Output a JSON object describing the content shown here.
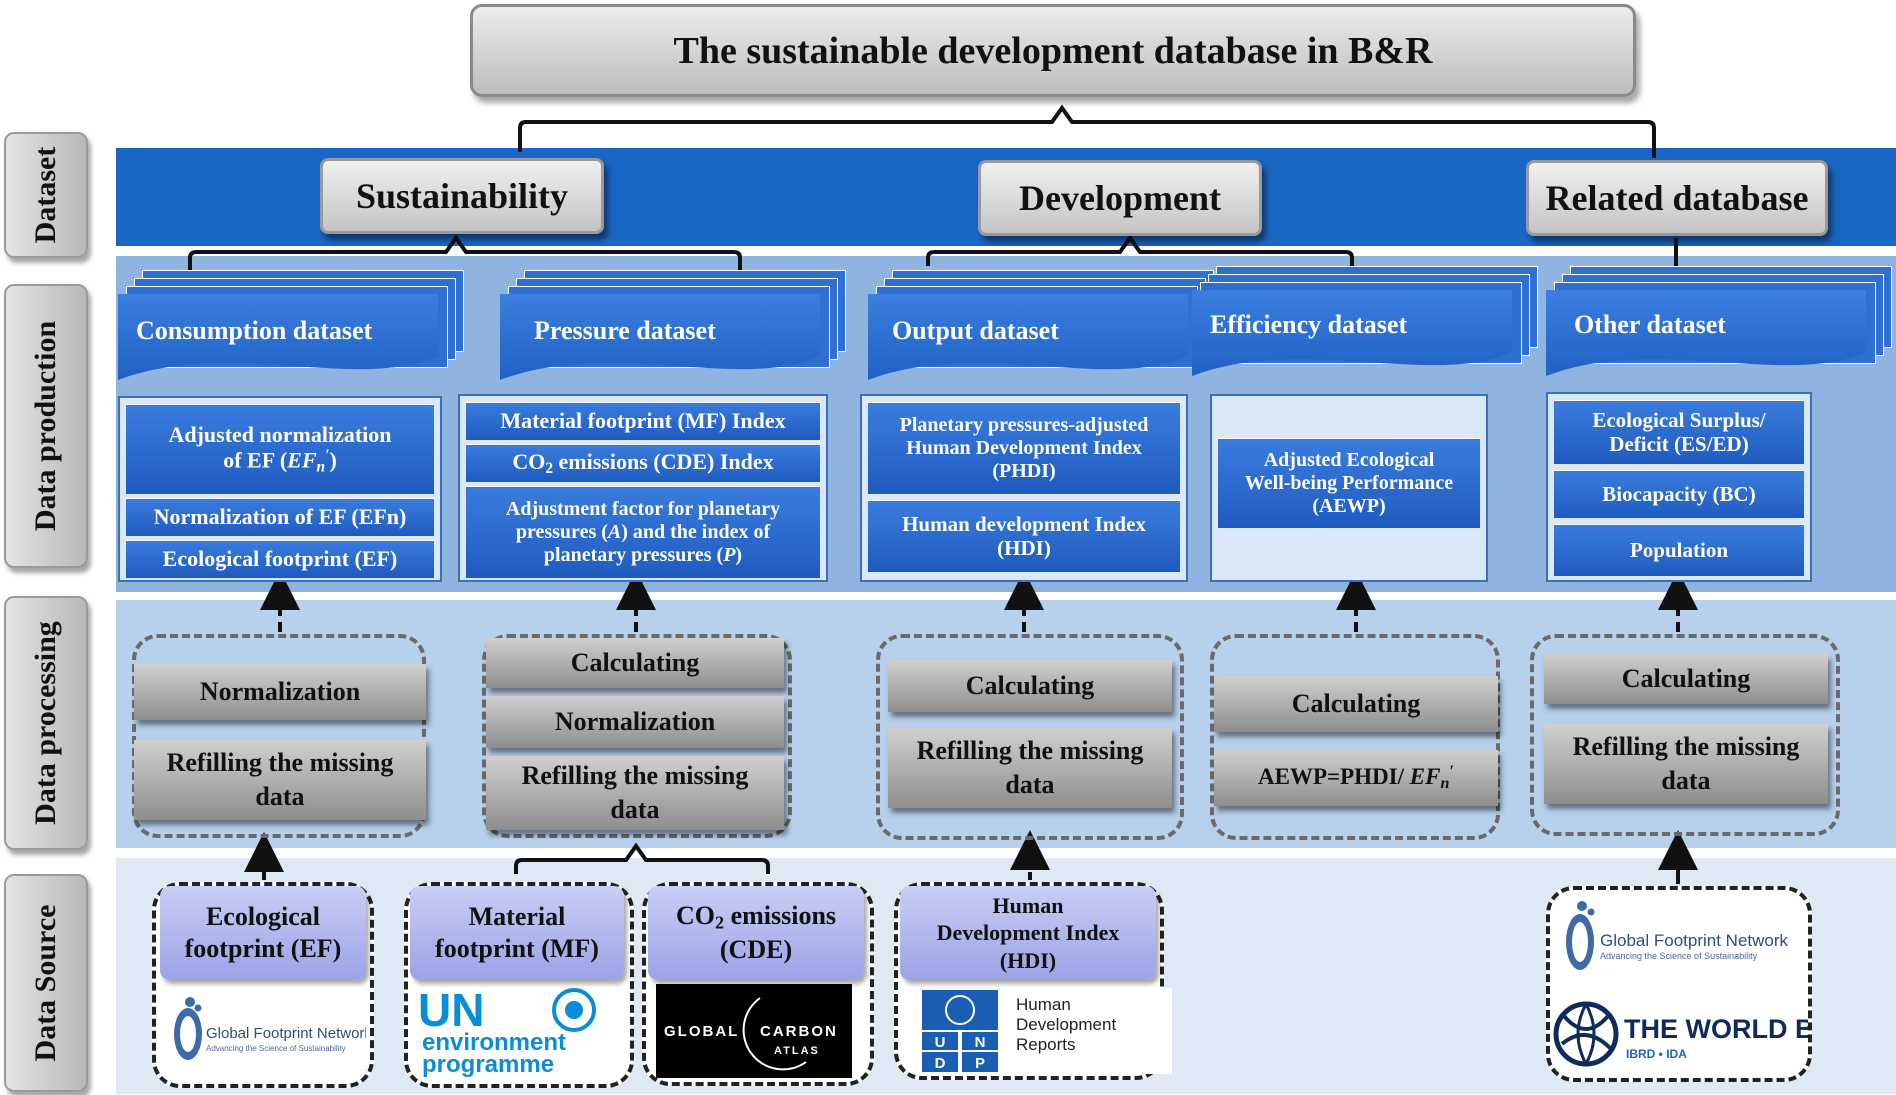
{
  "title": "The sustainable development database in B&R",
  "row_labels": {
    "dataset": "Dataset",
    "data_production": "Data production",
    "data_processing": "Data processing",
    "data_source": "Data Source"
  },
  "categories": {
    "sustainability": "Sustainability",
    "development": "Development",
    "related": "Related  database"
  },
  "datasets": {
    "consumption": "Consumption dataset",
    "pressure": "Pressure  dataset",
    "output": "Output dataset",
    "efficiency": "Efficiency dataset",
    "other": "Other dataset"
  },
  "production": {
    "consumption": {
      "adjusted_l1": "Adjusted normalization",
      "adjusted_l2_pre": "of EF (",
      "adjusted_ef": "EF",
      "adjusted_sub": "n",
      "adjusted_prime": "′",
      "adjusted_l2_post": ")",
      "normalization": "Normalization of EF (EFn)",
      "footprint": "Ecological footprint (EF)"
    },
    "pressure": {
      "mf": "Material footprint (MF) Index",
      "co2_pre": "CO",
      "co2_sub": "2",
      "co2_post": " emissions (CDE) Index",
      "adj_l1": "Adjustment factor for planetary",
      "adj_l2_pre": "pressures (",
      "adj_l2_a": "A",
      "adj_l2_post": ") and the  index of",
      "adj_l3_pre": "planetary pressures (",
      "adj_l3_p": "P",
      "adj_l3_post": ")"
    },
    "output": {
      "phdi_l1": "Planetary pressures-adjusted",
      "phdi_l2": "Human Development Index",
      "phdi_l3": "(PHDI)",
      "hdi_l1": "Human development Index",
      "hdi_l2": "(HDI)"
    },
    "efficiency": {
      "aewp_l1": "Adjusted Ecological",
      "aewp_l2": "Well-being Performance",
      "aewp_l3": "(AEWP)"
    },
    "other": {
      "es_l1": "Ecological Surplus/",
      "es_l2": "Deficit (ES/ED)",
      "bc": "Biocapacity (BC)",
      "population": "Population"
    }
  },
  "processing": {
    "calculating": "Calculating",
    "normalization": "Normalization",
    "refill_l1": "Refilling the missing",
    "refill_l2": "data",
    "formula_pre": "AEWP=PHDI/ ",
    "formula_ef": "EF",
    "formula_sub": "n",
    "formula_prime": "′"
  },
  "sources": {
    "ef_l1": "Ecological",
    "ef_l2": "footprint (EF)",
    "mf_l1": "Material",
    "mf_l2": "footprint (MF)",
    "co2_pre": "CO",
    "co2_sub": "2",
    "co2_post": " emissions",
    "co2_l2": "(CDE)",
    "hdi_l1": "Human",
    "hdi_l2": "Development Index",
    "hdi_l3": "(HDI)"
  },
  "logos": {
    "gfn_name": "Global Footprint Network",
    "gfn_tag": "Advancing the Science of Sustainability",
    "un_big": "UN",
    "un_l1": "environment",
    "un_l2": "programme",
    "gca_l1": "GLOBAL",
    "gca_l2": "CARBON",
    "gca_l3": "ATLAS",
    "hdr_l1": "Human",
    "hdr_l2": "Development",
    "hdr_l3": "Reports",
    "undp_u1": "U",
    "undp_n": "N",
    "undp_d": "D",
    "undp_p": "P",
    "wb_name": "THE WORLD BANK",
    "wb_sub": "IBRD • IDA"
  },
  "colors": {
    "dataset_band": "#1a66c4",
    "production_band": "#8fb4df",
    "processing_band": "#b7d0ec",
    "source_band": "#dfe9f6",
    "item_blue": "#2a6ed2",
    "un_blue": "#0a8dd6",
    "undp_blue": "#1a5fb4",
    "wb_navy": "#0f2a5c"
  }
}
